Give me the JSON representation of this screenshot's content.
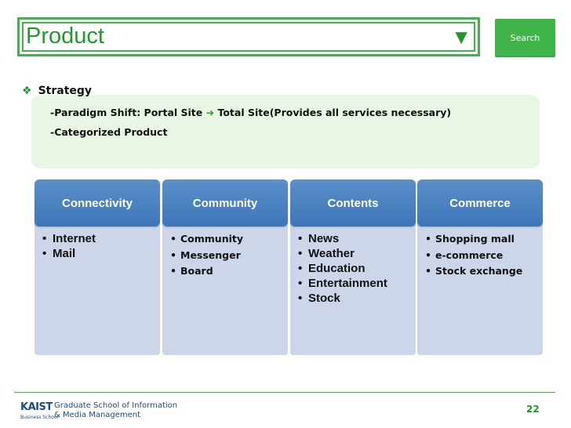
{
  "header": {
    "title": "Product",
    "dropdown_arrow": "▼",
    "search_label": "Search"
  },
  "strategy": {
    "bullet": "❖",
    "heading": "Strategy",
    "line1_prefix": "-Paradigm Shift: Portal Site",
    "line1_arrow": "➔",
    "line1_suffix": "Total Site(Provides all services necessary)",
    "line2": "-Categorized  Product"
  },
  "columns": [
    {
      "title": "Connectivity",
      "items": [
        "Internet",
        "Mail"
      ]
    },
    {
      "title": "Community",
      "items": [
        "Community",
        "Messenger",
        "Board"
      ]
    },
    {
      "title": "Contents",
      "items": [
        "News",
        "Weather",
        "Education",
        "Entertainment",
        "Stock"
      ]
    },
    {
      "title": "Commerce",
      "items": [
        "Shopping mall",
        "e-commerce",
        "Stock exchange"
      ]
    }
  ],
  "footer": {
    "logo_main": "KAIST",
    "logo_sub": "Business School",
    "school_line1": "Graduate School of Information",
    "school_line2": "& Media Management",
    "page_number": "22"
  },
  "colors": {
    "accent_green": "#3fb449",
    "column_header_blue": "#4a80c0",
    "column_body": "#ccd6e8",
    "strategy_bg": "#e9f5e5"
  }
}
